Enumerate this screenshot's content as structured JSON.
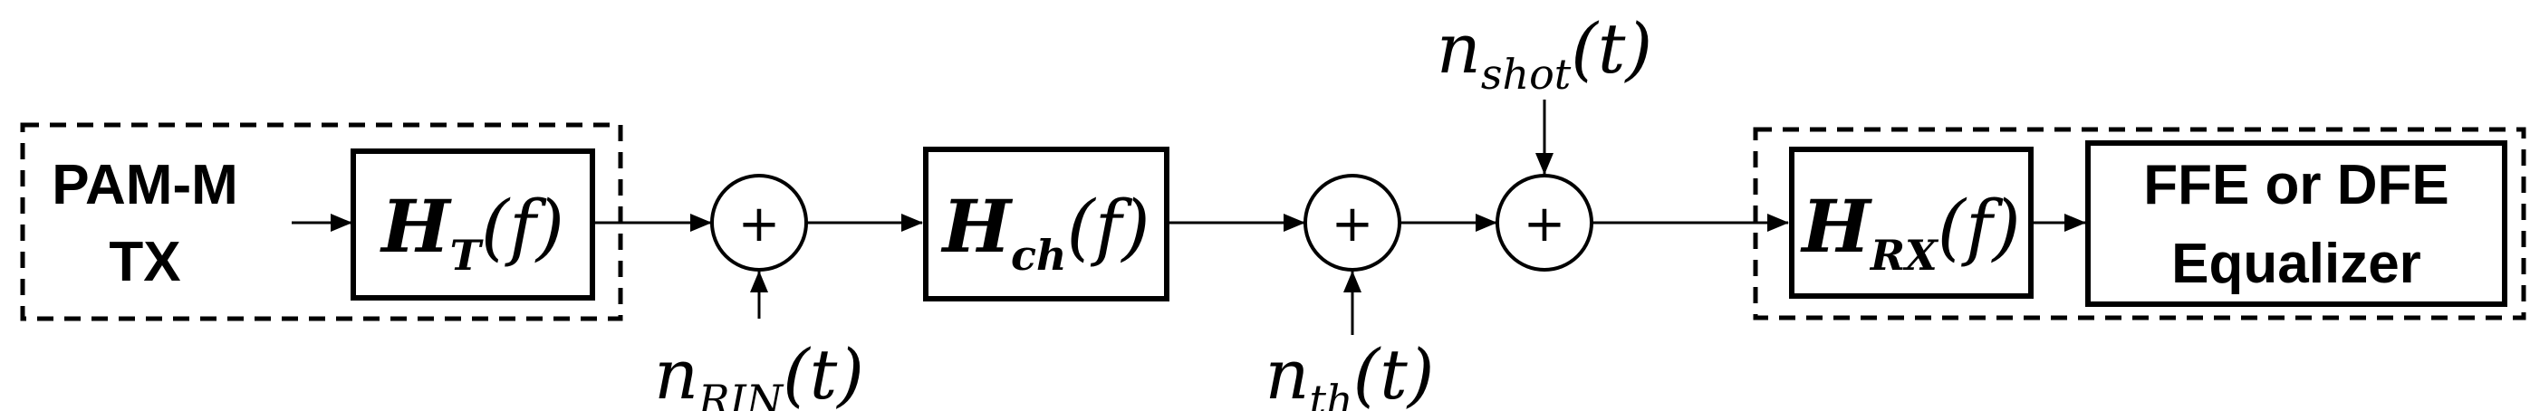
{
  "tx": {
    "line1": "PAM-M",
    "line2": "TX"
  },
  "blocks": {
    "ht": {
      "main": "H",
      "sub": "T",
      "arg": "(f)"
    },
    "hch": {
      "main": "H",
      "sub": "ch",
      "arg": "(f)"
    },
    "hrx": {
      "main": "H",
      "sub": "RX",
      "arg": "(f)"
    }
  },
  "equalizer": {
    "line1": "FFE or DFE",
    "line2": "Equalizer"
  },
  "summers": {
    "symbol": "+"
  },
  "noises": {
    "rin": {
      "main": "n",
      "sub": "RIN",
      "arg": "(t)"
    },
    "th": {
      "main": "n",
      "sub": "th",
      "arg": "(t)"
    },
    "shot": {
      "main": "n",
      "sub": "shot",
      "arg": "(t)"
    }
  }
}
